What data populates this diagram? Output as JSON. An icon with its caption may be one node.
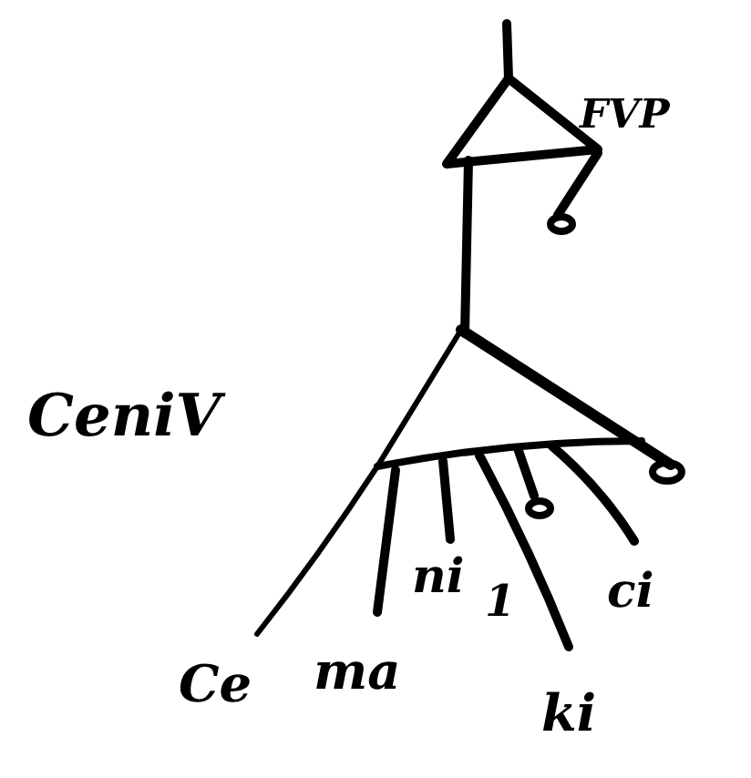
{
  "diagram": {
    "labels": [
      "FVP",
      "CeniV",
      "ni",
      "1",
      "ci",
      "Ce",
      "ma",
      "ki"
    ]
  }
}
